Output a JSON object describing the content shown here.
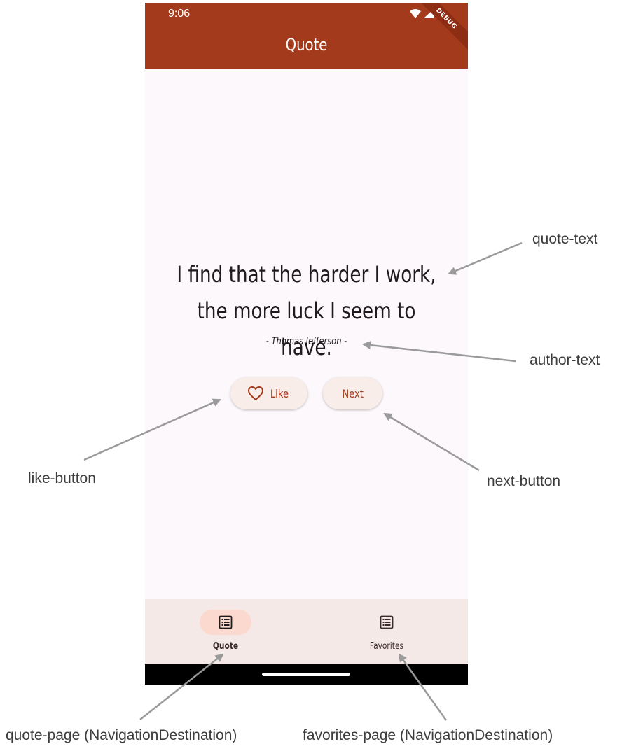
{
  "status_bar": {
    "time": "9:06",
    "debug_label": "DEBUG"
  },
  "app_bar": {
    "title": "Quote",
    "color": "#a33a1b"
  },
  "content": {
    "quote_line_1": "I find that the harder I work,",
    "quote_line_2": "the more luck I seem to have.",
    "author": "- Thomas Jefferson -",
    "like_button": {
      "label": "Like",
      "icon": "heart-outline-icon"
    },
    "next_button": {
      "label": "Next"
    }
  },
  "navigation": {
    "selected": "Quote",
    "items": [
      {
        "label": "Quote",
        "icon": "list-icon"
      },
      {
        "label": "Favorites",
        "icon": "list-icon"
      }
    ]
  },
  "annotations": {
    "quote_text": "quote-text",
    "author_text": "author-text",
    "like_button": "like-button",
    "next_button": "next-button",
    "quote_page": "quote-page (NavigationDestination)",
    "favorites_page": "favorites-page (NavigationDestination)"
  },
  "colors": {
    "accent": "#a33a1b",
    "background": "#fcf8fb",
    "nav_background": "#f5e9e7",
    "nav_indicator": "#fbd9cf",
    "annotation_arrow": "#9a9a9a"
  }
}
